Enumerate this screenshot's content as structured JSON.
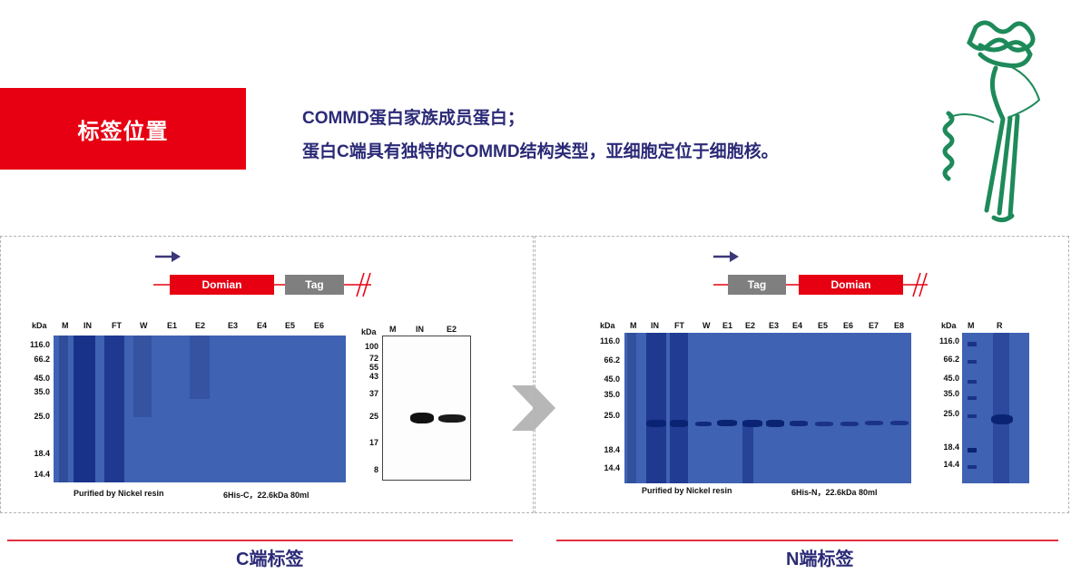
{
  "header": {
    "badge_label": "标签位置",
    "desc_line1": "COMMD蛋白家族成员蛋白；",
    "desc_line2": "蛋白C端具有独特的COMMD结构类型，亚细胞定位于细胞核。"
  },
  "left_panel": {
    "construct": {
      "domain_label": "Domian",
      "tag_label": "Tag"
    },
    "gel": {
      "unit": "kDa",
      "lanes": [
        "M",
        "IN",
        "FT",
        "W",
        "E1",
        "E2",
        "E3",
        "E4",
        "E5",
        "E6"
      ],
      "markers": [
        "116.0",
        "66.2",
        "45.0",
        "35.0",
        "25.0",
        "18.4",
        "14.4"
      ]
    },
    "wb": {
      "unit": "kDa",
      "lanes": [
        "M",
        "IN",
        "E2"
      ],
      "markers": [
        "100",
        "72",
        "55",
        "43",
        "37",
        "25",
        "17",
        "8"
      ]
    },
    "caption_left": "Purified by Nickel resin",
    "caption_right": "6His-C，22.6kDa 80ml",
    "footer_label": "C端标签"
  },
  "right_panel": {
    "construct": {
      "tag_label": "Tag",
      "domain_label": "Domian"
    },
    "gel": {
      "unit": "kDa",
      "lanes": [
        "M",
        "IN",
        "FT",
        "W",
        "E1",
        "E2",
        "E3",
        "E4",
        "E5",
        "E6",
        "E7",
        "E8"
      ],
      "markers": [
        "116.0",
        "66.2",
        "45.0",
        "35.0",
        "25.0",
        "18.4",
        "14.4"
      ]
    },
    "gel2": {
      "unit": "kDa",
      "lanes": [
        "M",
        "R"
      ],
      "markers": [
        "116.0",
        "66.2",
        "45.0",
        "35.0",
        "25.0",
        "18.4",
        "14.4"
      ]
    },
    "caption_left": "Purified by Nickel resin",
    "caption_right": "6His-N，22.6kDa 80ml",
    "footer_label": "N端标签"
  },
  "colors": {
    "brand_red": "#e60012",
    "text_navy": "#2b2a77",
    "gel_blue": "#3f62b3",
    "tag_gray": "#7f7f7f",
    "protein_green": "#1e8a5a"
  },
  "icons": {
    "protein": "protein-structure-ribbon",
    "chevron": "chevron-right-icon",
    "arrow": "arrow-right-icon"
  }
}
